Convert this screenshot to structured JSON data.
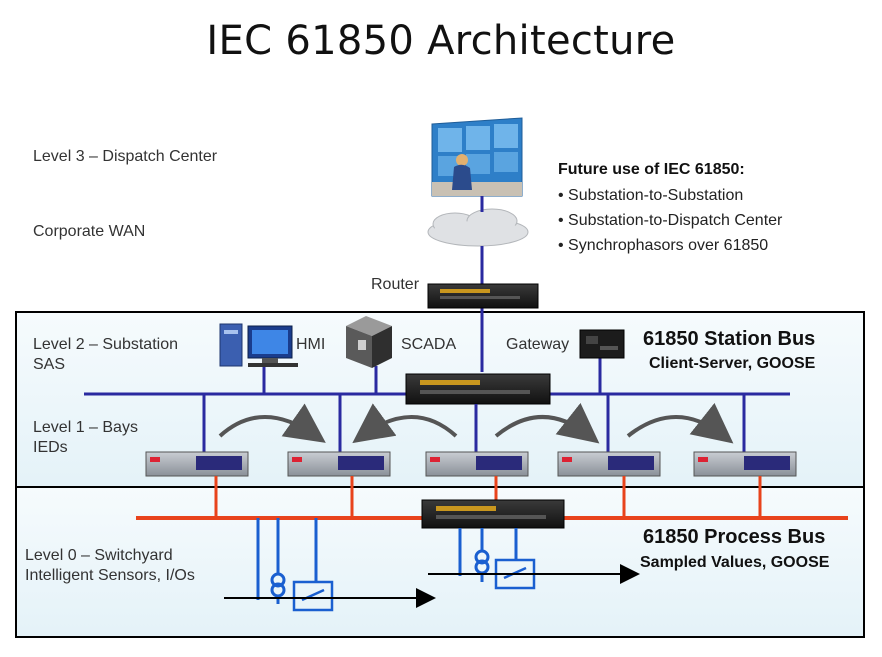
{
  "title": "IEC 61850 Architecture",
  "levels": {
    "level3": "Level 3 – Dispatch Center",
    "wan": "Corporate WAN",
    "level2_line1": "Level 2 – Substation",
    "level2_line2": "SAS",
    "level1_line1": "Level 1 – Bays",
    "level1_line2": "IEDs",
    "level0_line1": "Level 0 – Switchyard",
    "level0_line2": "Intelligent Sensors, I/Os"
  },
  "devices": {
    "router": "Router",
    "hmi": "HMI",
    "scada": "SCADA",
    "gateway": "Gateway"
  },
  "future": {
    "title": "Future use of IEC 61850:",
    "items": [
      "• Substation-to-Substation",
      "• Substation-to-Dispatch Center",
      "• Synchrophasors over 61850"
    ]
  },
  "station_bus": {
    "title": "61850 Station Bus",
    "subtitle": "Client-Server, GOOSE"
  },
  "process_bus": {
    "title": "61850 Process Bus",
    "subtitle": "Sampled Values, GOOSE"
  },
  "colors": {
    "station_bus": "#2a2aa0",
    "process_bus": "#e8431c",
    "sensor": "#1a5fd0",
    "zone_fill": "#e8f4fa"
  }
}
